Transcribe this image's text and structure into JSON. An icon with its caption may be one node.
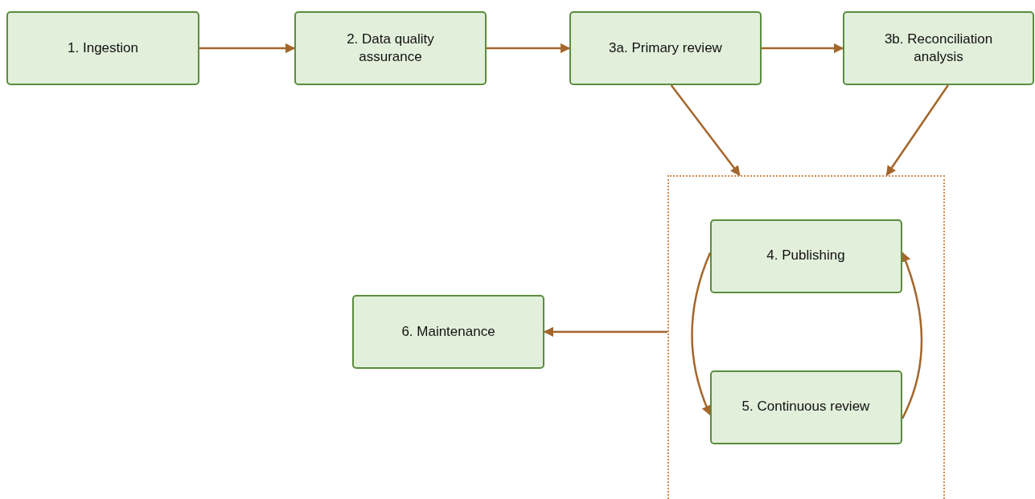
{
  "diagram": {
    "nodes": [
      {
        "text": [
          "1.  Ingestion"
        ]
      },
      {
        "text": [
          "2. Data quality assurance"
        ]
      },
      {
        "text": [
          "3a. Primary review"
        ]
      },
      {
        "text": [
          "3b. Reconciliation analysis"
        ]
      },
      {
        "text": [],
        "shape": "box"
      },
      {
        "text": [
          "4. Publishing"
        ],
        "in": 4
      },
      {
        "text": [
          "5. Continuous review"
        ],
        "in": 4
      },
      {
        "text": [
          "6. Maintenance"
        ]
      }
    ],
    "edges": [
      {
        "from": 0,
        "to": 1,
        "arrow": "to"
      },
      {
        "from": 1,
        "to": 2,
        "arrow": "to"
      },
      {
        "from": 2,
        "to": 3,
        "arrow": "to"
      },
      {
        "from": 2,
        "to": 4,
        "arrow": "to"
      },
      {
        "from": 3,
        "to": 4,
        "arrow": "to"
      },
      {
        "from": 5,
        "to": 6,
        "arrow": "to"
      },
      {
        "from": 6,
        "to": 5,
        "arrow": "to"
      },
      {
        "from": 4,
        "to": 7,
        "arrow": "to"
      }
    ]
  }
}
